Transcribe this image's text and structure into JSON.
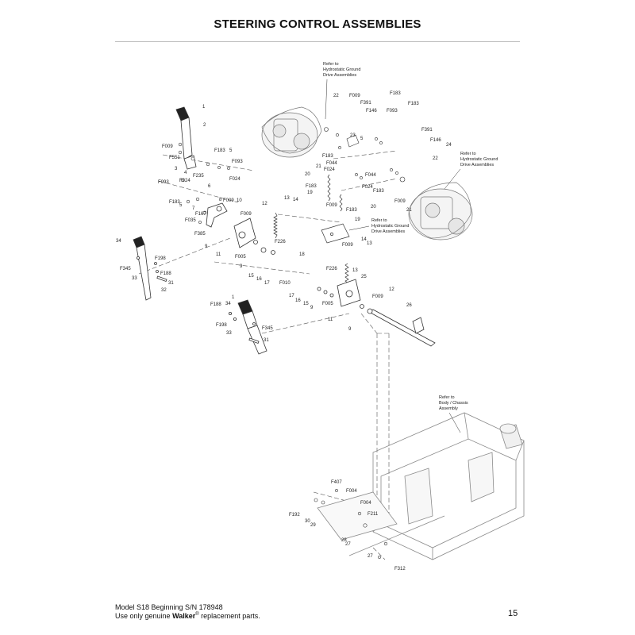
{
  "title": "STEERING CONTROL ASSEMBLIES",
  "footer": {
    "model_line": "Model S18 Beginning S/N 178948",
    "use_prefix": "Use only genuine ",
    "brand": "Walker",
    "reg": "®",
    "use_suffix": " replacement parts.",
    "page_number": "15"
  },
  "refs": [
    {
      "lines": [
        "Refer to",
        "Hydrostatic Ground",
        "Drive Assemblies"
      ]
    },
    {
      "lines": [
        "Refer to",
        "Hydrostatic Ground",
        "Drive Assemblies"
      ]
    },
    {
      "lines": [
        "Refer to",
        "Hydrostatic Ground",
        "Drive Assemblies"
      ]
    },
    {
      "lines": [
        "Refer to",
        "Body / Chassis",
        "Assembly"
      ]
    }
  ],
  "labels": [
    "1",
    "2",
    "F009",
    "F551",
    "3",
    "4",
    "F235",
    "F024",
    "F183",
    "5",
    "F093",
    "6",
    "F093",
    "F024",
    "F183",
    "5",
    "7",
    "8",
    "F167",
    "F035",
    "F009",
    "10",
    "F385",
    "F009",
    "12",
    "13",
    "14",
    "9",
    "F226",
    "11",
    "F005",
    "9",
    "F010",
    "15",
    "16",
    "17",
    "18",
    "34",
    "F345",
    "F198",
    "F188",
    "33",
    "31",
    "32",
    "22",
    "F009",
    "F391",
    "F183",
    "F146",
    "F093",
    "F183",
    "23",
    "5",
    "F183",
    "F044",
    "F024",
    "21",
    "20",
    "19",
    "F183",
    "F391",
    "F146",
    "24",
    "22",
    "F044",
    "F024",
    "F183",
    "F009",
    "21",
    "20",
    "F009",
    "F183",
    "19",
    "F009",
    "14",
    "13",
    "F226",
    "13",
    "25",
    "12",
    "17",
    "16",
    "15",
    "9",
    "F005",
    "F009",
    "11",
    "9",
    "26",
    "1",
    "34",
    "F188",
    "F198",
    "F345",
    "33",
    "31",
    "F407",
    "F004",
    "F004",
    "F211",
    "F192",
    "30",
    "29",
    "28",
    "27",
    "27",
    "F312"
  ]
}
